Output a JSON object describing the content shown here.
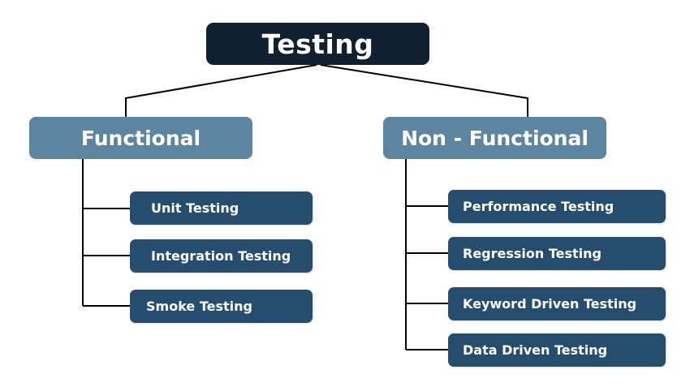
{
  "root": {
    "label": "Testing"
  },
  "categories": [
    {
      "label": "Functional",
      "items": [
        "Unit Testing",
        "Integration Testing",
        "Smoke Testing"
      ]
    },
    {
      "label": "Non - Functional",
      "items": [
        "Performance Testing",
        "Regression Testing",
        "Keyword Driven Testing",
        "Data Driven Testing"
      ]
    }
  ],
  "colors": {
    "root_fill": "#10202e",
    "category_fill": "#5d84a1",
    "leaf_fill": "#264d6d",
    "text": "#ffffff",
    "connector": "#000000"
  }
}
